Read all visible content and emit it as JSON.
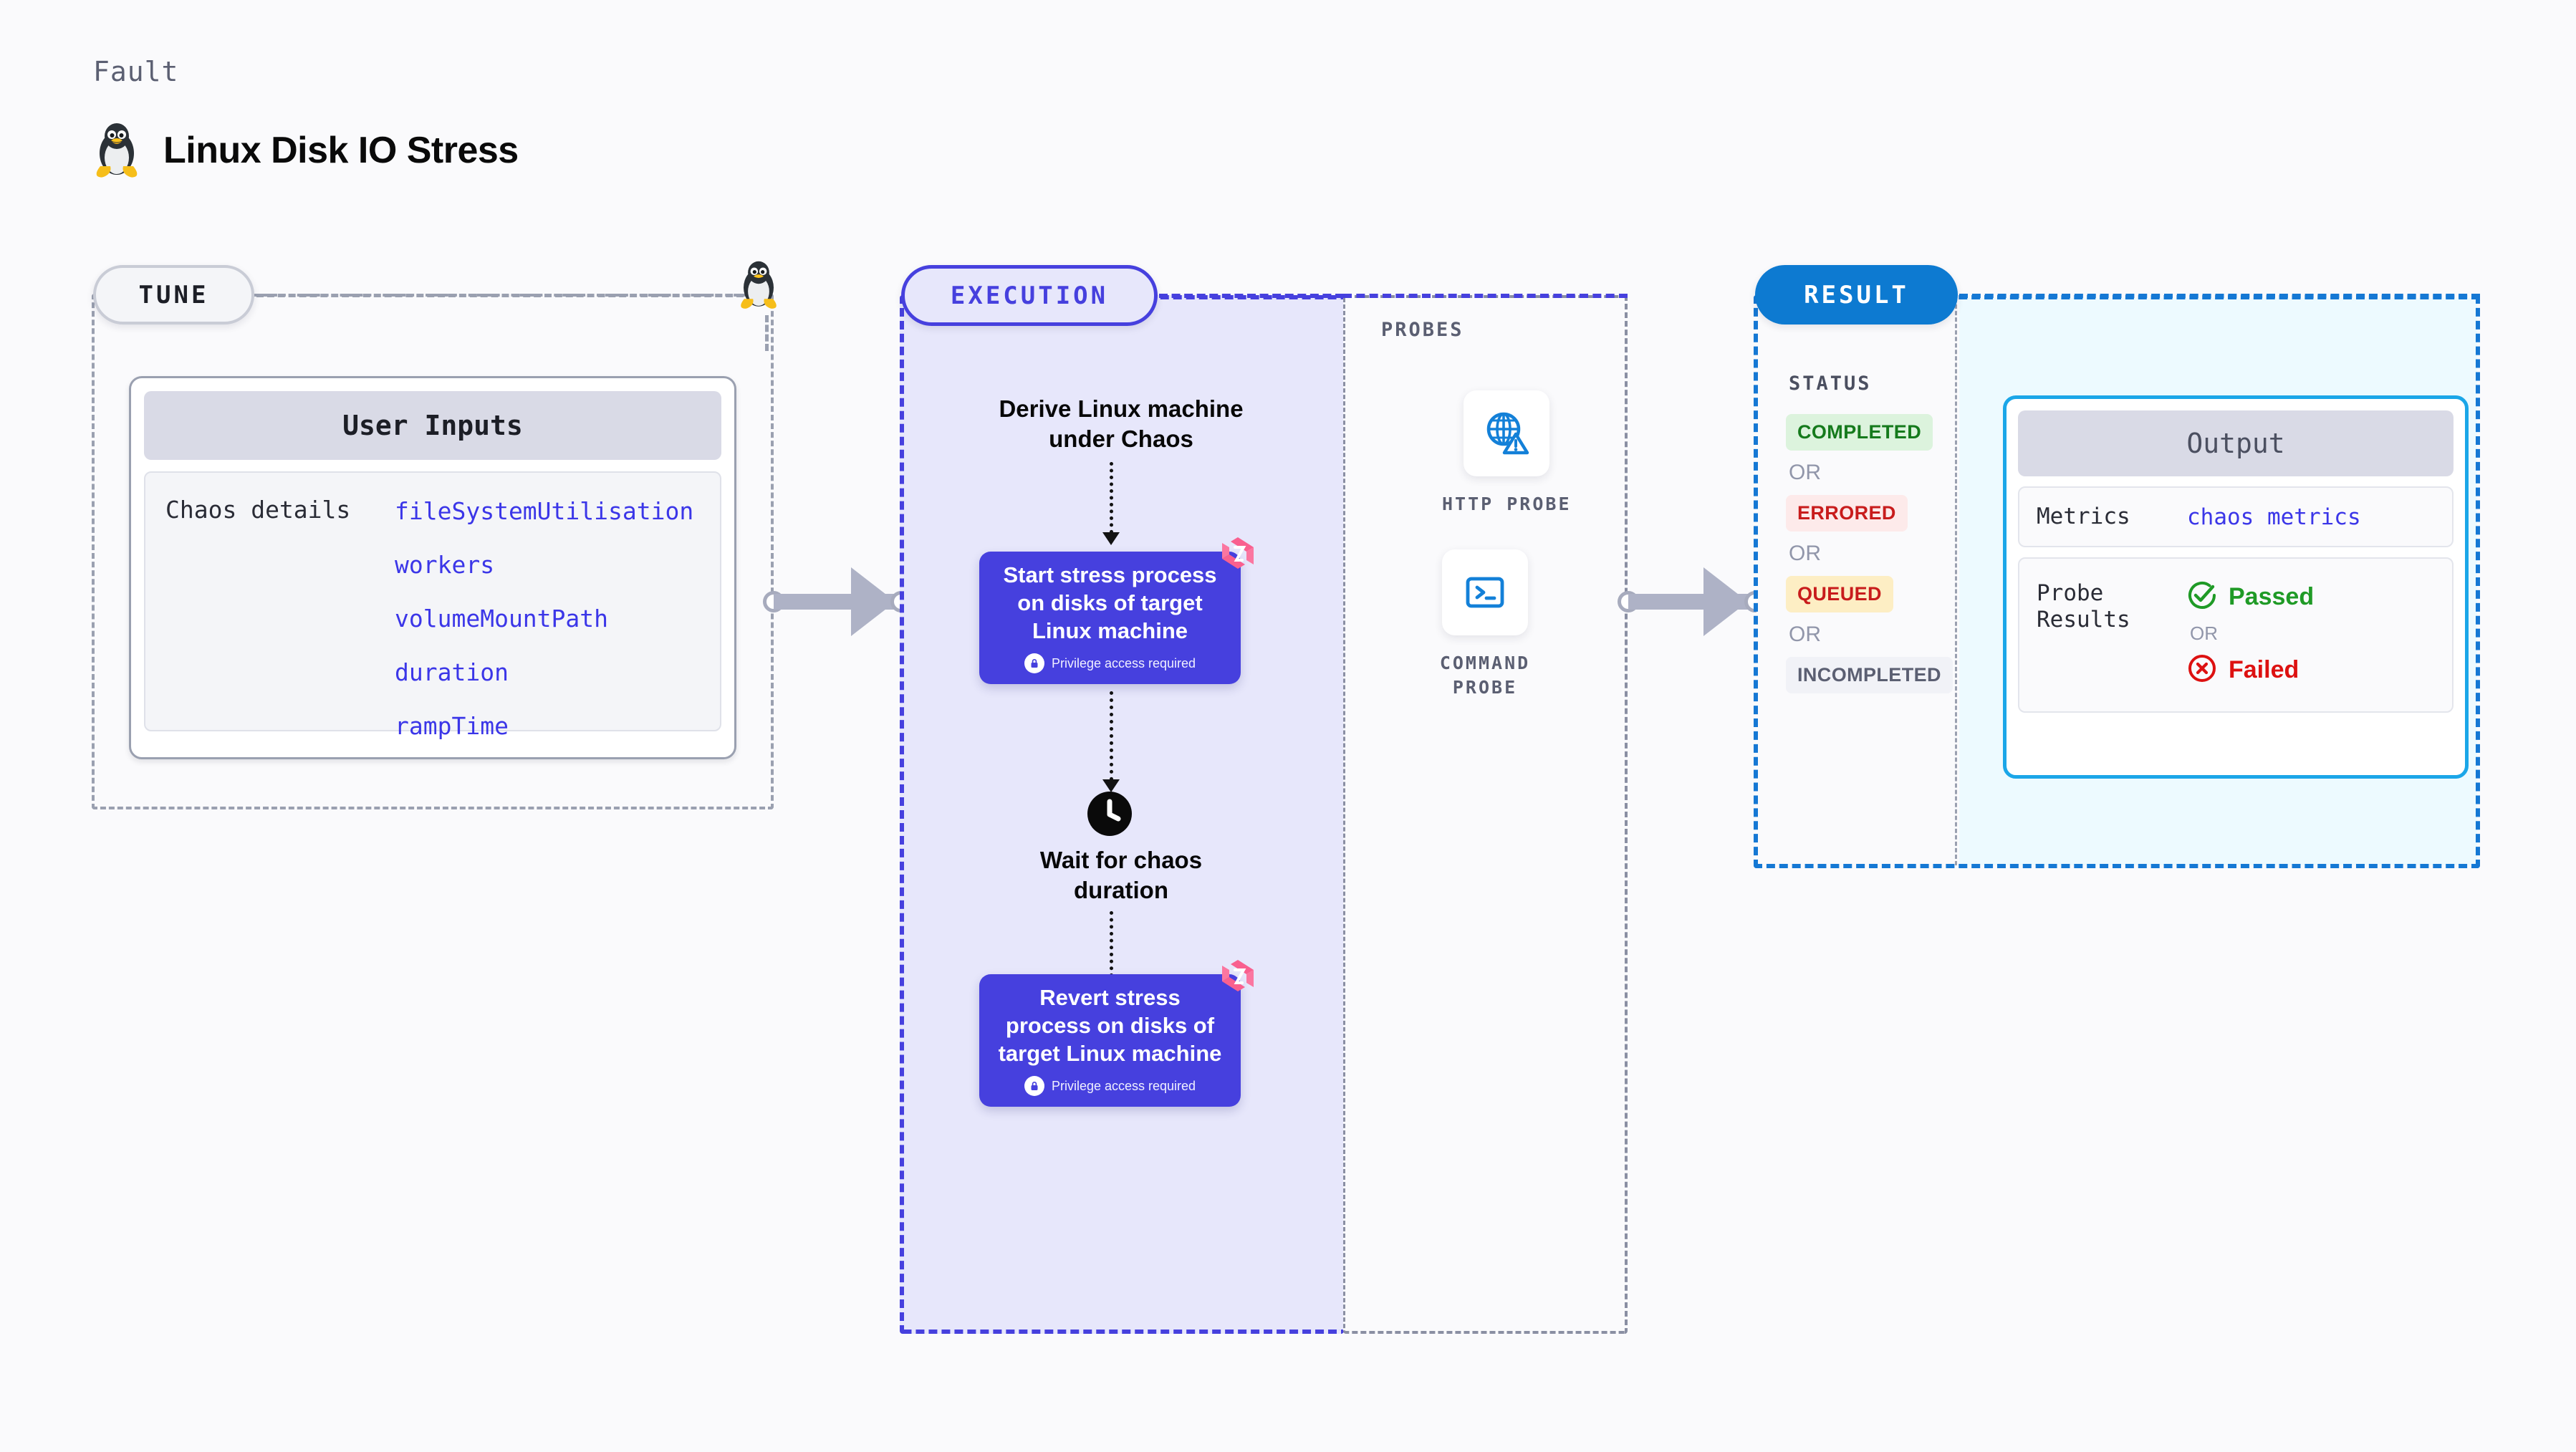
{
  "header": {
    "kicker": "Fault",
    "title": "Linux Disk IO Stress",
    "icon": "linux-penguin-icon"
  },
  "colors": {
    "execution_accent": "#4640de",
    "result_accent": "#0d7ad1",
    "output_border": "#1ba6e8",
    "tune_border": "#9aa0b0",
    "link": "#3b36e8",
    "litmus_pink": "#f9608f"
  },
  "tune": {
    "pill_label": "TUNE",
    "card": {
      "header": "User Inputs",
      "label": "Chaos details",
      "values": [
        "fileSystemUtilisation",
        "workers",
        "volumeMountPath",
        "duration",
        "rampTime"
      ]
    }
  },
  "execution": {
    "pill_label": "EXECUTION",
    "steps": [
      {
        "kind": "text",
        "label": "Derive Linux machine\nunder Chaos",
        "line1": "Derive Linux machine",
        "line2": "under Chaos"
      },
      {
        "kind": "task",
        "line1": "Start stress process",
        "line2": "on disks of target",
        "line3": "Linux machine",
        "privilege": "Privilege access required",
        "badge": "litmus-chaos-icon"
      },
      {
        "kind": "wait",
        "icon": "clock-icon",
        "line1": "Wait for chaos",
        "line2": "duration"
      },
      {
        "kind": "task",
        "line1": "Revert stress",
        "line2": "process on disks of",
        "line3": "target Linux machine",
        "privilege": "Privilege access required",
        "badge": "litmus-chaos-icon"
      }
    ]
  },
  "probes": {
    "section_label": "PROBES",
    "items": [
      {
        "name": "HTTP PROBE",
        "icon": "globe-warning-icon"
      },
      {
        "name": "COMMAND PROBE",
        "icon": "terminal-icon"
      }
    ]
  },
  "result": {
    "pill_label": "RESULT",
    "status_label": "STATUS",
    "or_label": "OR",
    "statuses": [
      {
        "label": "COMPLETED",
        "style": "b-completed"
      },
      {
        "label": "ERRORED",
        "style": "b-errored"
      },
      {
        "label": "QUEUED",
        "style": "b-queued"
      },
      {
        "label": "INCOMPLETED",
        "style": "b-incompleted"
      }
    ],
    "output": {
      "header": "Output",
      "metrics_key": "Metrics",
      "metrics_value": "chaos metrics",
      "probe_key": "Probe\nResults",
      "probe_key_line1": "Probe",
      "probe_key_line2": "Results",
      "passed": "Passed",
      "failed": "Failed",
      "or_label": "OR"
    }
  }
}
